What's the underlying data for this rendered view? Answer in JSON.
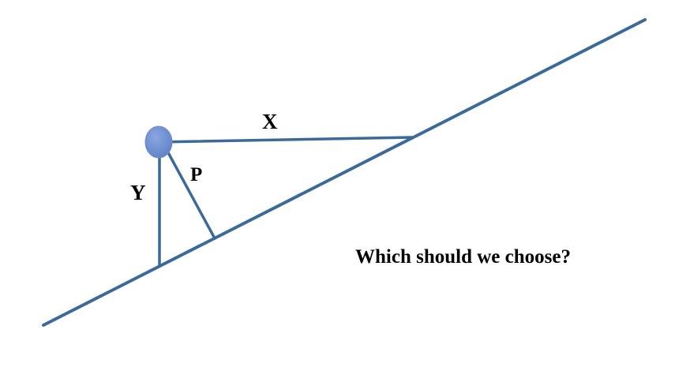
{
  "labels": {
    "x": "X",
    "y": "Y",
    "p": "P"
  },
  "question": "Which should we choose?",
  "colors": {
    "line": "#3b6a9a",
    "point_fill": "#7293d3",
    "text": "#000000",
    "background": "#ffffff"
  }
}
